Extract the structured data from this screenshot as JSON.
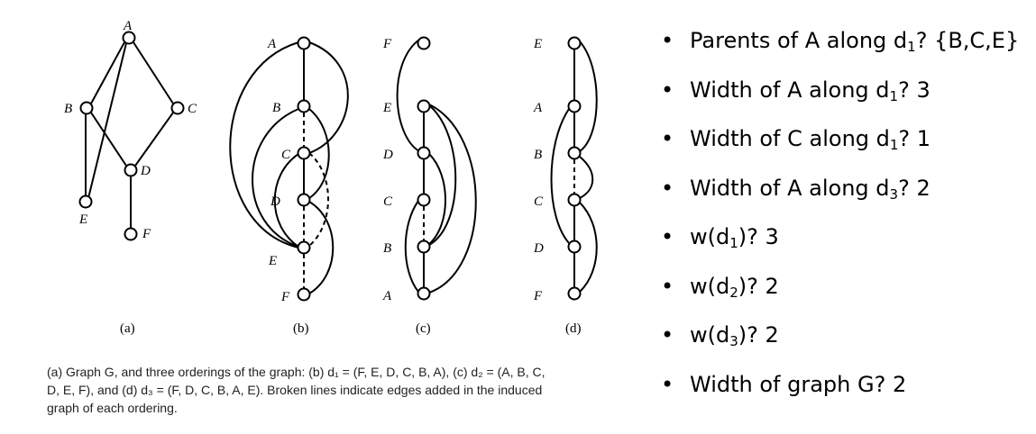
{
  "nodes": {
    "a": {
      "A": "A",
      "B": "B",
      "C": "C",
      "D": "D",
      "E": "E",
      "F": "F"
    },
    "b": {
      "A": "A",
      "B": "B",
      "C": "C",
      "D": "D",
      "E": "E",
      "F": "F"
    },
    "c": {
      "F": "F",
      "E": "E",
      "D": "D",
      "C": "C",
      "B": "B",
      "A": "A"
    },
    "d": {
      "E": "E",
      "A": "A",
      "B": "B",
      "C": "C",
      "D": "D",
      "F": "F"
    }
  },
  "subfigure_labels": {
    "a": "(a)",
    "b": "(b)",
    "c": "(c)",
    "d": "(d)"
  },
  "caption": {
    "line1": "(a) Graph G, and three orderings of the graph: (b) d₁ = (F, E, D, C, B, A), (c) d₂ = (A, B, C,",
    "line2": "D, E, F), and (d) d₃ = (F, D, C, B, A, E). Broken lines indicate edges added in the induced",
    "line3": "graph of each ordering."
  },
  "bullets": [
    {
      "pre": "Parents of A along d",
      "sub": "1",
      "post": "? {B,C,E}"
    },
    {
      "pre": "Width of A along d",
      "sub": "1",
      "post": "? 3"
    },
    {
      "pre": "Width of C along d",
      "sub": "1",
      "post": "? 1"
    },
    {
      "pre": "Width of A along d",
      "sub": "3",
      "post": "? 2"
    },
    {
      "pre": "w(d",
      "sub": "1",
      "post": ")? 3"
    },
    {
      "pre": "w(d",
      "sub": "2",
      "post": ")? 2"
    },
    {
      "pre": "w(d",
      "sub": "3",
      "post": ")? 2"
    },
    {
      "pre": "Width of graph G? 2",
      "sub": "",
      "post": ""
    }
  ]
}
